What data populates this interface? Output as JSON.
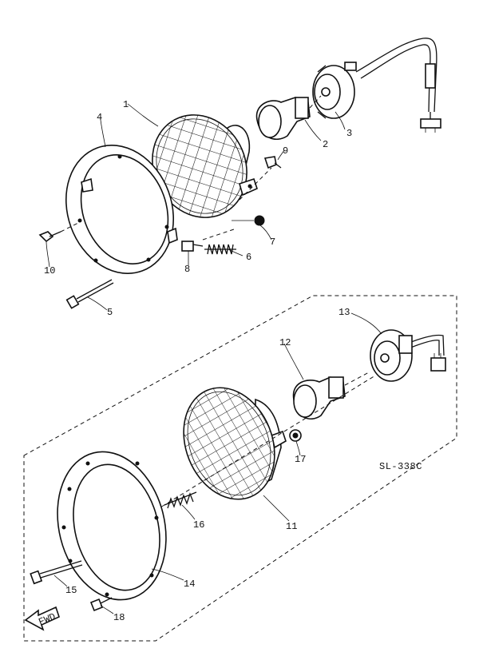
{
  "diagram": {
    "code": "SL-338C",
    "arrow_text": "FWD",
    "callouts": [
      {
        "id": "c1",
        "text": "1"
      },
      {
        "id": "c2",
        "text": "2"
      },
      {
        "id": "c3",
        "text": "3"
      },
      {
        "id": "c4",
        "text": "4"
      },
      {
        "id": "c5",
        "text": "5"
      },
      {
        "id": "c6",
        "text": "6"
      },
      {
        "id": "c7",
        "text": "7"
      },
      {
        "id": "c8",
        "text": "8"
      },
      {
        "id": "c9",
        "text": "9"
      },
      {
        "id": "c10",
        "text": "10"
      },
      {
        "id": "c11",
        "text": "11"
      },
      {
        "id": "c12",
        "text": "12"
      },
      {
        "id": "c13",
        "text": "13"
      },
      {
        "id": "c14",
        "text": "14"
      },
      {
        "id": "c15",
        "text": "15"
      },
      {
        "id": "c16",
        "text": "16"
      },
      {
        "id": "c17",
        "text": "17"
      },
      {
        "id": "c18",
        "text": "18"
      }
    ]
  }
}
